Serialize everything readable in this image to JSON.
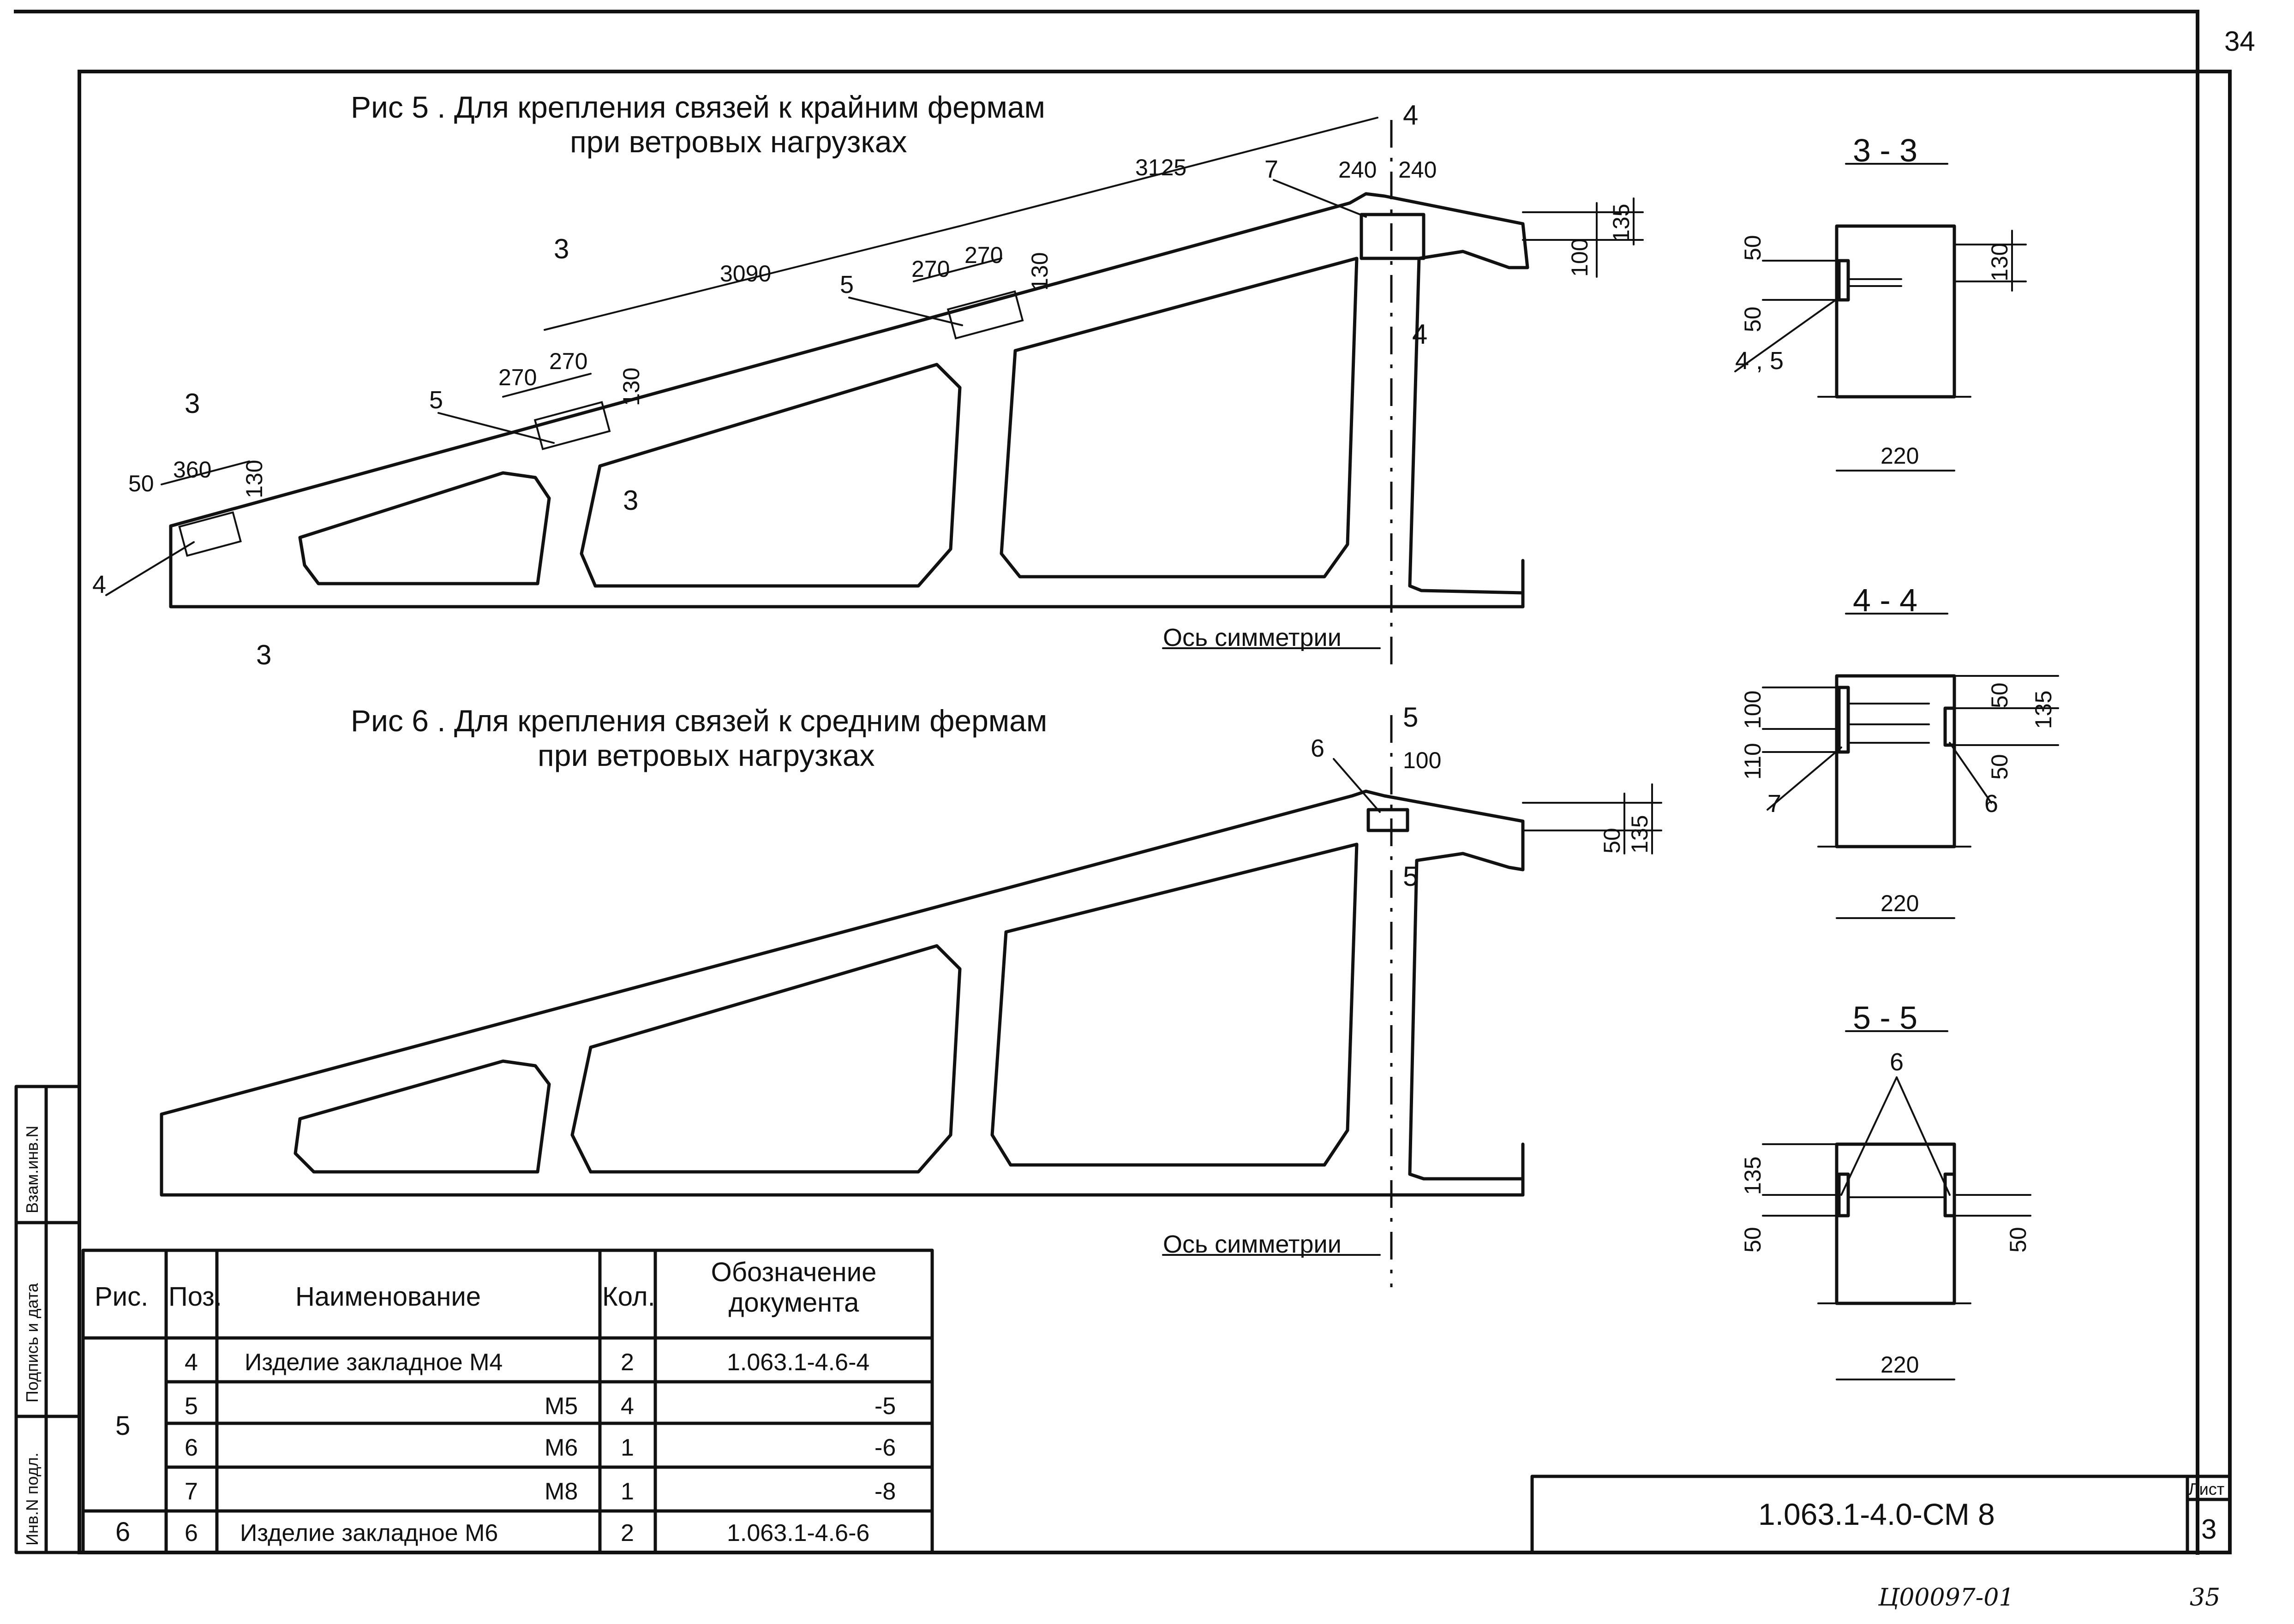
{
  "sheet": {
    "top_number": "34",
    "bottom_code": "Ц00097-01",
    "bottom_page": "35",
    "doc_code": "1.063.1-4.0-СМ 8",
    "sheet_label": "Лист",
    "sheet_number": "3"
  },
  "side_stamp": {
    "field1": "Взам.инв.N",
    "field2": "Подпись и дата",
    "field3": "Инв.N подл."
  },
  "fig5": {
    "title_line1": "Рис 5 . Для крепления связей к крайним фермам",
    "title_line2": "при ветровых нагрузках",
    "dims": [
      "50",
      "360",
      "130",
      "270",
      "270",
      "130",
      "3090",
      "270",
      "270",
      "130",
      "3125",
      "240",
      "240",
      "135",
      "100"
    ],
    "callouts": [
      "4",
      "5",
      "5",
      "7"
    ],
    "section_marks": [
      "3",
      "3",
      "3",
      "3",
      "4",
      "4"
    ],
    "axis_label": "Ось симметрии"
  },
  "fig6": {
    "title_line1": "Рис 6 . Для крепления связей к средним фермам",
    "title_line2": "при ветровых нагрузках",
    "dims": [
      "100",
      "50",
      "135"
    ],
    "callouts": [
      "6"
    ],
    "section_marks": [
      "5",
      "5"
    ],
    "axis_label": "Ось симметрии"
  },
  "sections": [
    {
      "title": "3 - 3",
      "dims": [
        "50",
        "50",
        "130",
        "220"
      ],
      "callouts": [
        "4 , 5"
      ]
    },
    {
      "title": "4 - 4",
      "dims": [
        "100",
        "110",
        "50",
        "135",
        "50",
        "220"
      ],
      "callouts": [
        "7",
        "6"
      ]
    },
    {
      "title": "5 - 5",
      "dims": [
        "135",
        "50",
        "50",
        "220"
      ],
      "callouts": [
        "6"
      ]
    }
  ],
  "spec_table": {
    "headers": [
      "Рис.",
      "Поз.",
      "Наименование",
      "Кол.",
      "Обозначение документа"
    ],
    "rows": [
      {
        "fig": "5",
        "pos": "4",
        "name": "Изделие закладное  М4",
        "qty": "2",
        "doc": "1.063.1-4.6-4"
      },
      {
        "fig": "",
        "pos": "5",
        "name": "М5",
        "qty": "4",
        "doc": "-5"
      },
      {
        "fig": "",
        "pos": "6",
        "name": "М6",
        "qty": "1",
        "doc": "-6"
      },
      {
        "fig": "",
        "pos": "7",
        "name": "М8",
        "qty": "1",
        "doc": "-8"
      },
      {
        "fig": "6",
        "pos": "6",
        "name": "Изделие закладное  М6",
        "qty": "2",
        "doc": "1.063.1-4.6-6"
      }
    ]
  }
}
